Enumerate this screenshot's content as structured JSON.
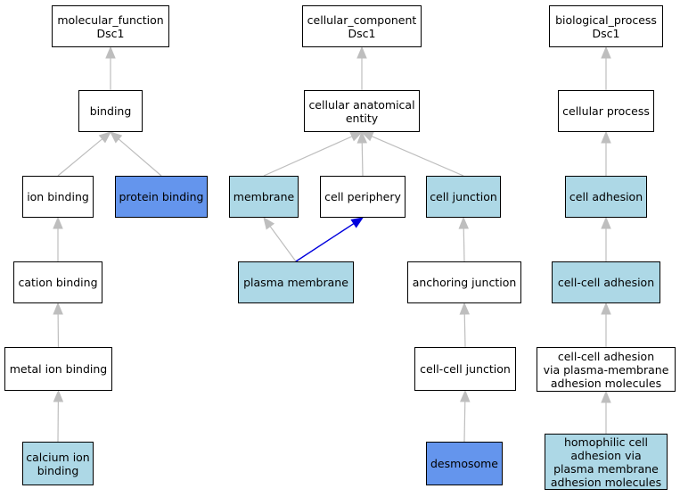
{
  "colors": {
    "plain": "#ffffff",
    "light_blue": "#add8e6",
    "cornflower_blue": "#6495ed",
    "edge_gray": "#bebebe",
    "edge_highlight": "#0000dd"
  },
  "nodes": {
    "molecular_function": {
      "label": "molecular_function\nDsc1",
      "fill": "plain"
    },
    "binding": {
      "label": "binding",
      "fill": "plain"
    },
    "ion_binding": {
      "label": "ion binding",
      "fill": "plain"
    },
    "protein_binding": {
      "label": "protein binding",
      "fill": "cornflower_blue"
    },
    "cation_binding": {
      "label": "cation binding",
      "fill": "plain"
    },
    "metal_ion_binding": {
      "label": "metal ion binding",
      "fill": "plain"
    },
    "calcium_ion_binding": {
      "label": "calcium ion\nbinding",
      "fill": "light_blue"
    },
    "cellular_component": {
      "label": "cellular_component\nDsc1",
      "fill": "plain"
    },
    "cellular_anatomical_entity": {
      "label": "cellular anatomical\nentity",
      "fill": "plain"
    },
    "membrane": {
      "label": "membrane",
      "fill": "light_blue"
    },
    "cell_periphery": {
      "label": "cell periphery",
      "fill": "plain"
    },
    "cell_junction": {
      "label": "cell junction",
      "fill": "light_blue"
    },
    "plasma_membrane": {
      "label": "plasma membrane",
      "fill": "light_blue"
    },
    "anchoring_junction": {
      "label": "anchoring junction",
      "fill": "plain"
    },
    "cell_cell_junction": {
      "label": "cell-cell junction",
      "fill": "plain"
    },
    "desmosome": {
      "label": "desmosome",
      "fill": "cornflower_blue"
    },
    "biological_process": {
      "label": "biological_process\nDsc1",
      "fill": "plain"
    },
    "cellular_process": {
      "label": "cellular process",
      "fill": "plain"
    },
    "cell_adhesion": {
      "label": "cell adhesion",
      "fill": "light_blue"
    },
    "cell_cell_adhesion": {
      "label": "cell-cell adhesion",
      "fill": "light_blue"
    },
    "cell_cell_adhesion_pm": {
      "label": "cell-cell adhesion\nvia plasma-membrane\nadhesion molecules",
      "fill": "plain"
    },
    "homophilic_cell_adhesion": {
      "label": "homophilic cell\nadhesion via\nplasma membrane\nadhesion molecules",
      "fill": "light_blue"
    }
  },
  "edges": [
    {
      "from": "binding",
      "to": "molecular_function",
      "highlight": false
    },
    {
      "from": "ion_binding",
      "to": "binding",
      "highlight": false
    },
    {
      "from": "protein_binding",
      "to": "binding",
      "highlight": false
    },
    {
      "from": "cation_binding",
      "to": "ion_binding",
      "highlight": false
    },
    {
      "from": "metal_ion_binding",
      "to": "cation_binding",
      "highlight": false
    },
    {
      "from": "calcium_ion_binding",
      "to": "metal_ion_binding",
      "highlight": false
    },
    {
      "from": "cellular_anatomical_entity",
      "to": "cellular_component",
      "highlight": false
    },
    {
      "from": "membrane",
      "to": "cellular_anatomical_entity",
      "highlight": false
    },
    {
      "from": "cell_periphery",
      "to": "cellular_anatomical_entity",
      "highlight": false
    },
    {
      "from": "cell_junction",
      "to": "cellular_anatomical_entity",
      "highlight": false
    },
    {
      "from": "plasma_membrane",
      "to": "membrane",
      "highlight": false
    },
    {
      "from": "plasma_membrane",
      "to": "cell_periphery",
      "highlight": true
    },
    {
      "from": "anchoring_junction",
      "to": "cell_junction",
      "highlight": false
    },
    {
      "from": "cell_cell_junction",
      "to": "anchoring_junction",
      "highlight": false
    },
    {
      "from": "desmosome",
      "to": "cell_cell_junction",
      "highlight": false
    },
    {
      "from": "cellular_process",
      "to": "biological_process",
      "highlight": false
    },
    {
      "from": "cell_adhesion",
      "to": "cellular_process",
      "highlight": false
    },
    {
      "from": "cell_cell_adhesion",
      "to": "cell_adhesion",
      "highlight": false
    },
    {
      "from": "cell_cell_adhesion_pm",
      "to": "cell_cell_adhesion",
      "highlight": false
    },
    {
      "from": "homophilic_cell_adhesion",
      "to": "cell_cell_adhesion_pm",
      "highlight": false
    }
  ]
}
